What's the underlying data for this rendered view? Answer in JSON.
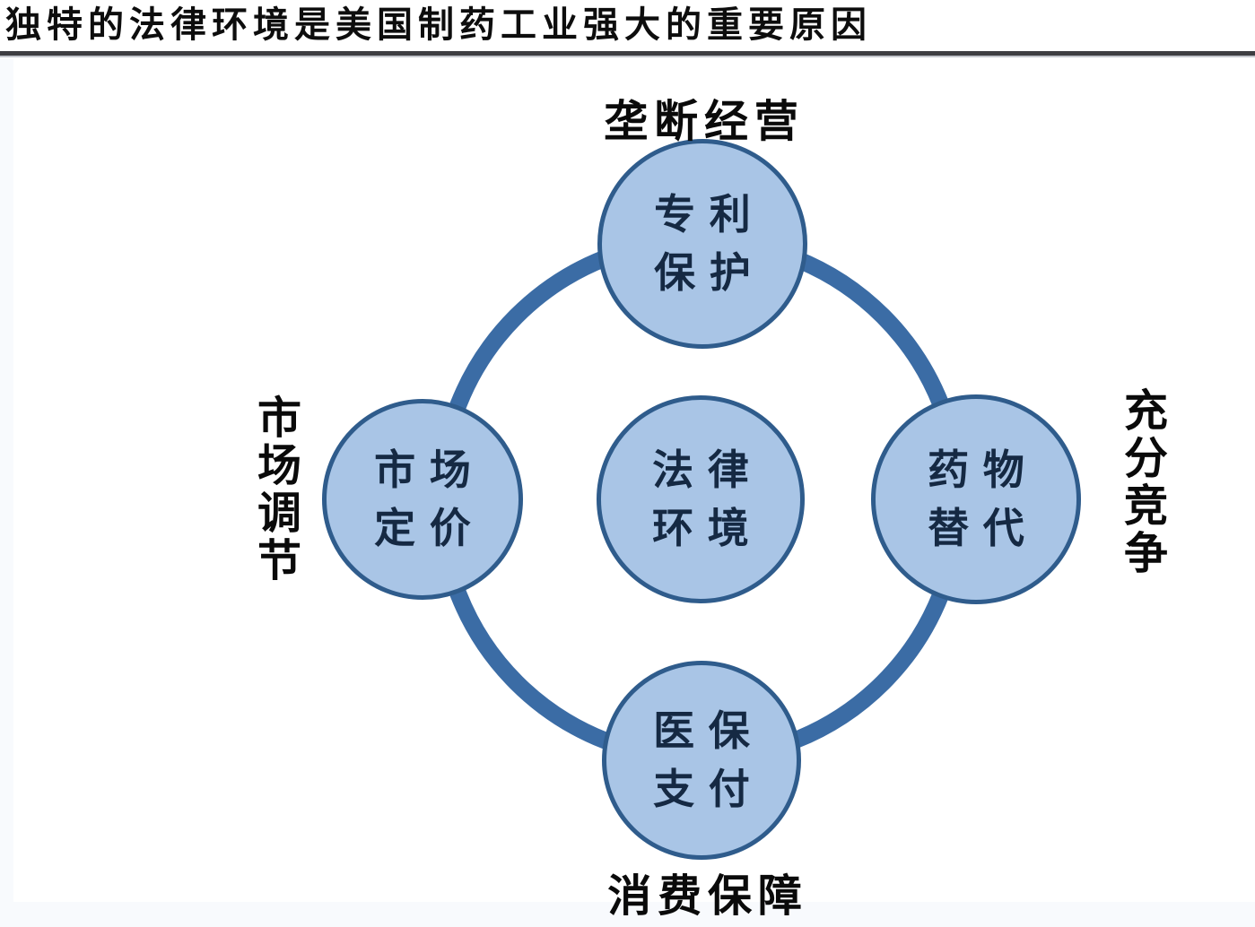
{
  "title": "独特的法律环境是美国制药工业强大的重要原因",
  "diagram": {
    "center": {
      "line1": "法律",
      "line2": "环境"
    },
    "top": {
      "line1": "专利",
      "line2": "保护",
      "label": "垄断经营"
    },
    "left": {
      "line1": "市场",
      "line2": "定价",
      "label": "市场调节"
    },
    "right": {
      "line1": "药物",
      "line2": "替代",
      "label": "充分竞争"
    },
    "bottom": {
      "line1": "医保",
      "line2": "支付",
      "label": "消费保障"
    },
    "colors": {
      "node_fill": "#a9c5e6",
      "node_border": "#2f5c8c",
      "ring": "#3b6ca5",
      "node_text": "#152943",
      "label_text": "#0a0a0a",
      "title_text": "#0d0d0d"
    }
  }
}
